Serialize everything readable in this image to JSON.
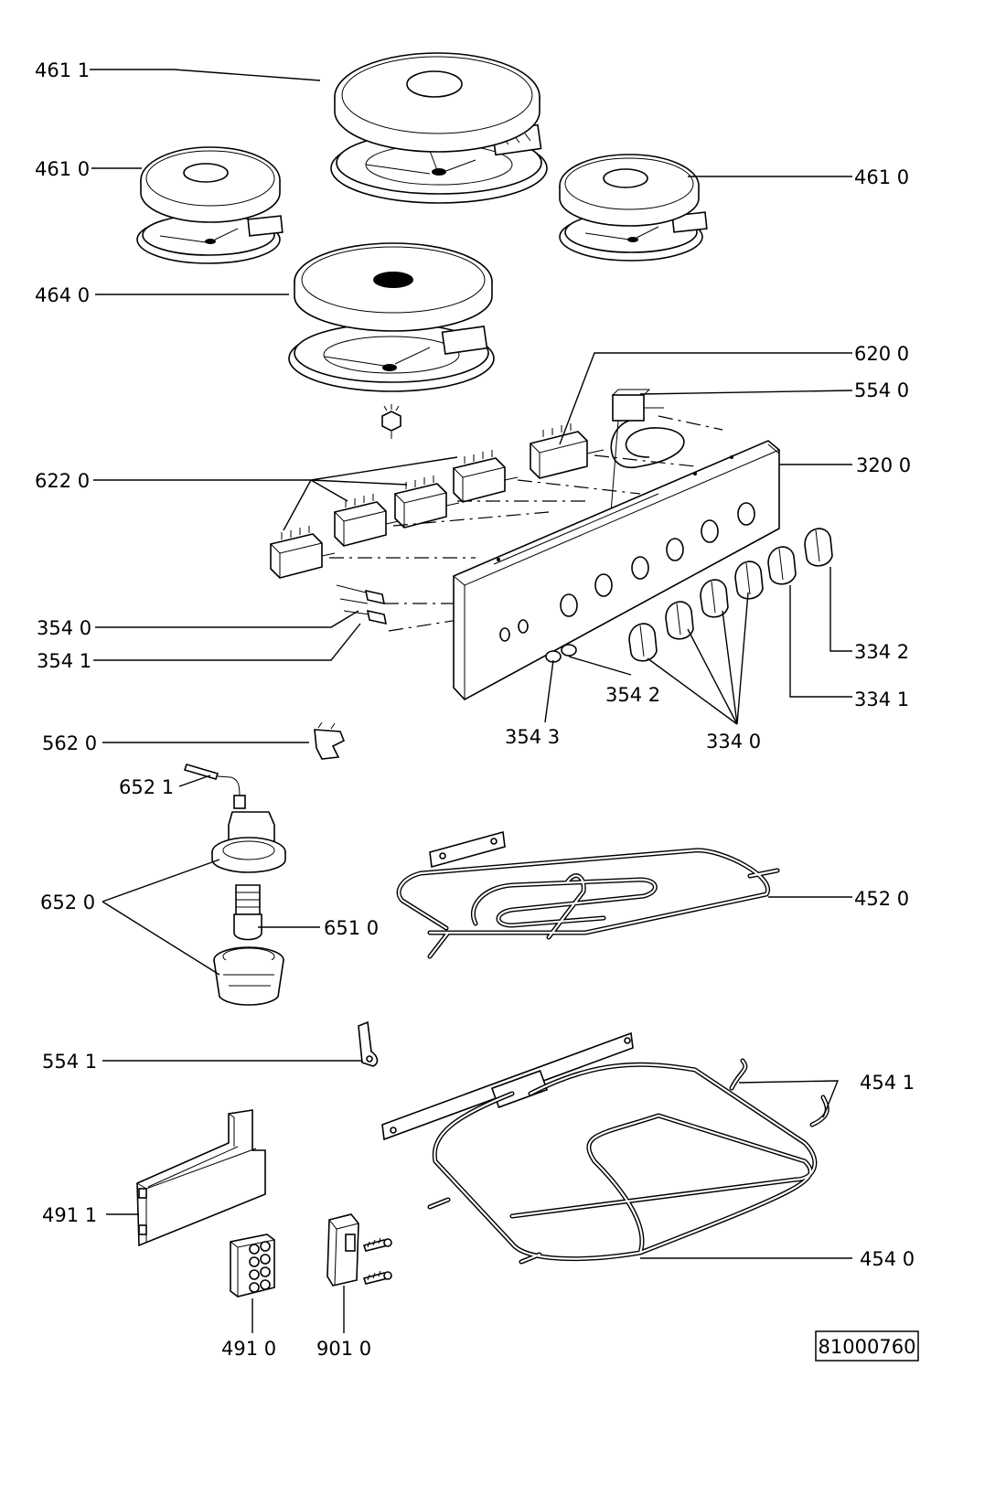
{
  "labels": {
    "l4611": "461 1",
    "l4610_left": "461 0",
    "l4610_right": "461 0",
    "l4640": "464 0",
    "l6200": "620 0",
    "l5540": "554 0",
    "l3200": "320 0",
    "l6220": "622 0",
    "l3540": "354 0",
    "l3541": "354 1",
    "l3542": "354 2",
    "l3543": "354 3",
    "l3340": "334 0",
    "l3341": "334 1",
    "l3342": "334 2",
    "l5620": "562 0",
    "l6521": "652 1",
    "l6520": "652 0",
    "l6510": "651 0",
    "l4520": "452 0",
    "l5541": "554 1",
    "l4541": "454 1",
    "l4540": "454 0",
    "l4911": "491 1",
    "l4910": "491 0",
    "l9010": "901 0"
  },
  "doc_number": "81000760"
}
